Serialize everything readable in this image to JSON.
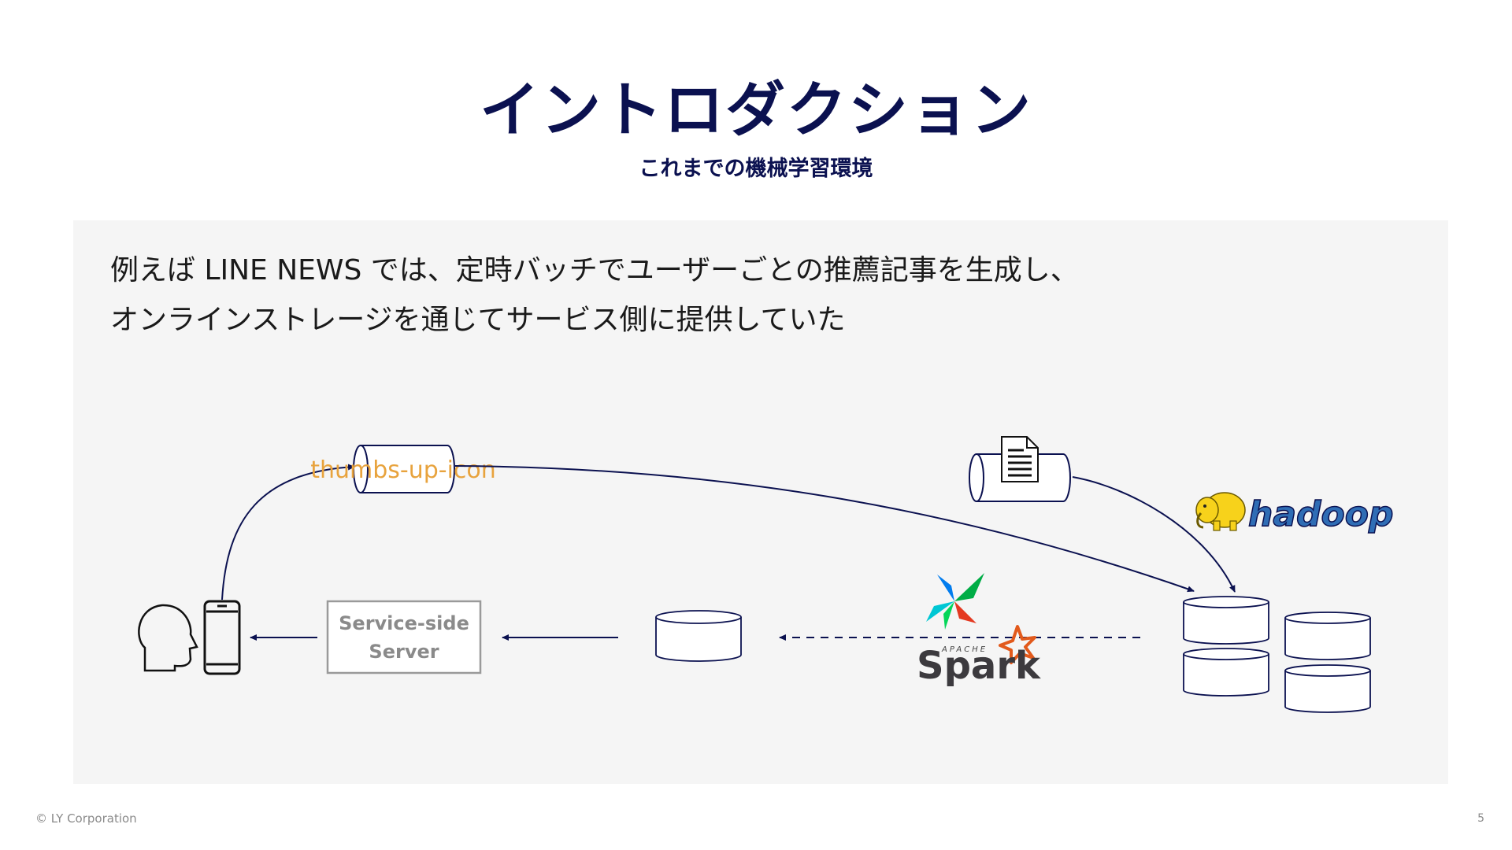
{
  "slide": {
    "title": "イントロダクション",
    "subtitle": "これまでの機械学習環境",
    "description_lines": [
      "例えば LINE NEWS では、定時バッチでユーザーごとの推薦記事を生成し、",
      "オンラインストレージを通じてサービス側に提供していた"
    ],
    "page_number": "5",
    "copyright": "© LY Corporation"
  },
  "diagram": {
    "server_label_lines": [
      "Service-side",
      "Server"
    ],
    "hadoop_logo_text": "hadoop",
    "spark_logo_text": "Spark",
    "spark_logo_caption": "APACHE",
    "like_icon": "thumbs-up-icon",
    "document_icon": "document-icon",
    "airflow_icon": "airflow-pinwheel-icon",
    "colors": {
      "navy": "#0b1150",
      "panel_bg": "#f5f5f5",
      "server_border": "#9a9a9a",
      "server_text": "#8a8a8a",
      "hadoop_yellow": "#f7d21b",
      "spark_orange": "#e25a1c"
    }
  }
}
